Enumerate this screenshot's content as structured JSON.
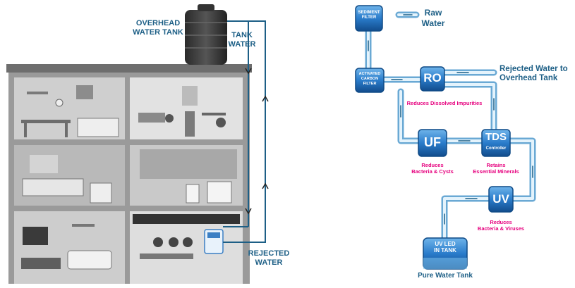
{
  "house": {
    "overhead_tank_label": "OVERHEAD\nWATER TANK",
    "tank_water_label": "TANK\nWATER",
    "rejected_water_label": "REJECTED\nWATER"
  },
  "purifier": {
    "raw_water": "Raw\nWater",
    "rejected_to_tank": "Rejected Water to\nOverhead Tank",
    "sediment_filter": "SEDIMENT\nFILTER",
    "carbon_filter": "ACTIVATED\nCARBON\nFILTER",
    "ro": "RO",
    "ro_desc": "Reduces Dissolved Impurities",
    "uf": "UF",
    "uf_desc": "Reduces\nBacteria & Cysts",
    "tds": "TDS",
    "tds_sub": "Controller",
    "tds_desc": "Retains\nEssential Minerals",
    "uv": "UV",
    "uv_desc": "Reduces\nBacteria & Viruses",
    "uv_led_tank": "UV LED\nIN TANK",
    "pure_water_tank": "Pure Water Tank"
  },
  "colors": {
    "navy": "#1d5f86",
    "magenta": "#e6007e",
    "pipe_blue": "#a9d3ee",
    "unit_blue": "#1f6fb5"
  }
}
